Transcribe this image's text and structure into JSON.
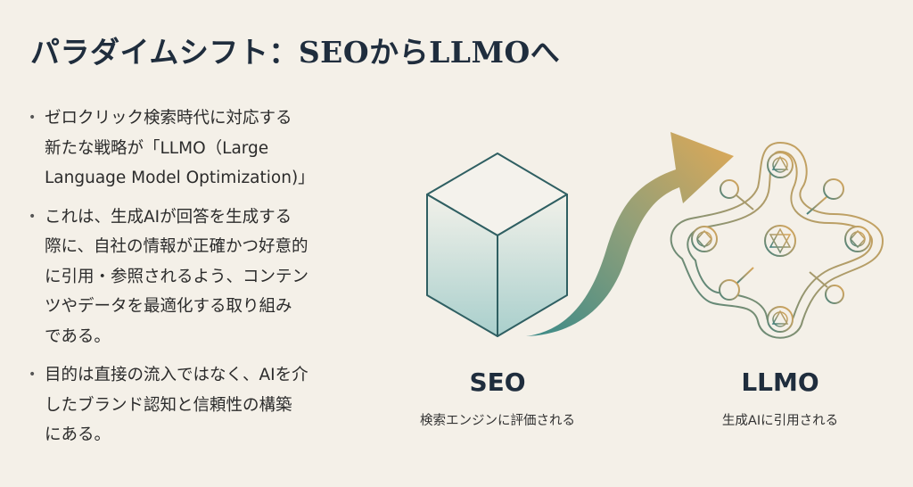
{
  "title": "パラダイムシフト：SEOからLLMOへ",
  "bullets": [
    {
      "lines": [
        "ゼロクリック検索時代に対応する",
        "新たな戦略が「LLMO（Large",
        "Language Model Optimization)」"
      ]
    },
    {
      "lines": [
        "これは、生成AIが回答を生成する",
        "際に、自社の情報が正確かつ好意的",
        "に引用・参照されるよう、コンテン",
        "ツやデータを最適化する取り組み",
        "である。"
      ]
    },
    {
      "lines": [
        "目的は直接の流入ではなく、AIを介",
        "したブランド認知と信頼性の構築",
        "にある。"
      ]
    }
  ],
  "seo": {
    "label": "SEO",
    "caption": "検索エンジンに評価される",
    "icon": "cube-icon"
  },
  "llmo": {
    "label": "LLMO",
    "caption": "生成AIに引用される",
    "icon": "neural-network-icon"
  },
  "colors": {
    "title": "#1f2d3d",
    "teal": "#3f8a88",
    "gold": "#d9a75a",
    "background": "#f4f0e8"
  }
}
